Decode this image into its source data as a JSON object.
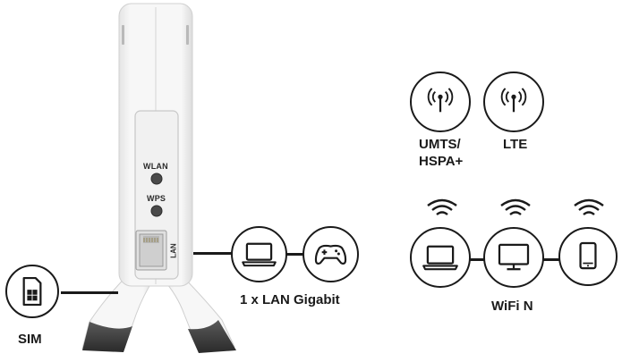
{
  "device": {
    "buttons": [
      {
        "label": "WLAN"
      },
      {
        "label": "WPS"
      }
    ],
    "port_label": "LAN"
  },
  "captions": {
    "sim": "SIM",
    "lan": "1 x LAN Gigabit",
    "umts": "UMTS/",
    "hspa": "HSPA+",
    "lte": "LTE",
    "wifi": "WiFi N"
  },
  "icons": {
    "sim": "sim-card-icon",
    "laptop_lan": "laptop-icon",
    "gamepad": "gamepad-icon",
    "umts": "antenna-icon",
    "lte": "antenna-icon",
    "laptop_wifi": "laptop-icon",
    "monitor": "monitor-icon",
    "phone": "smartphone-icon",
    "wifi": "wifi-icon"
  },
  "colors": {
    "icon_stroke": "#1a1a1a",
    "device_body": "#f2f2f2",
    "device_foot": "#3a3a3a"
  }
}
